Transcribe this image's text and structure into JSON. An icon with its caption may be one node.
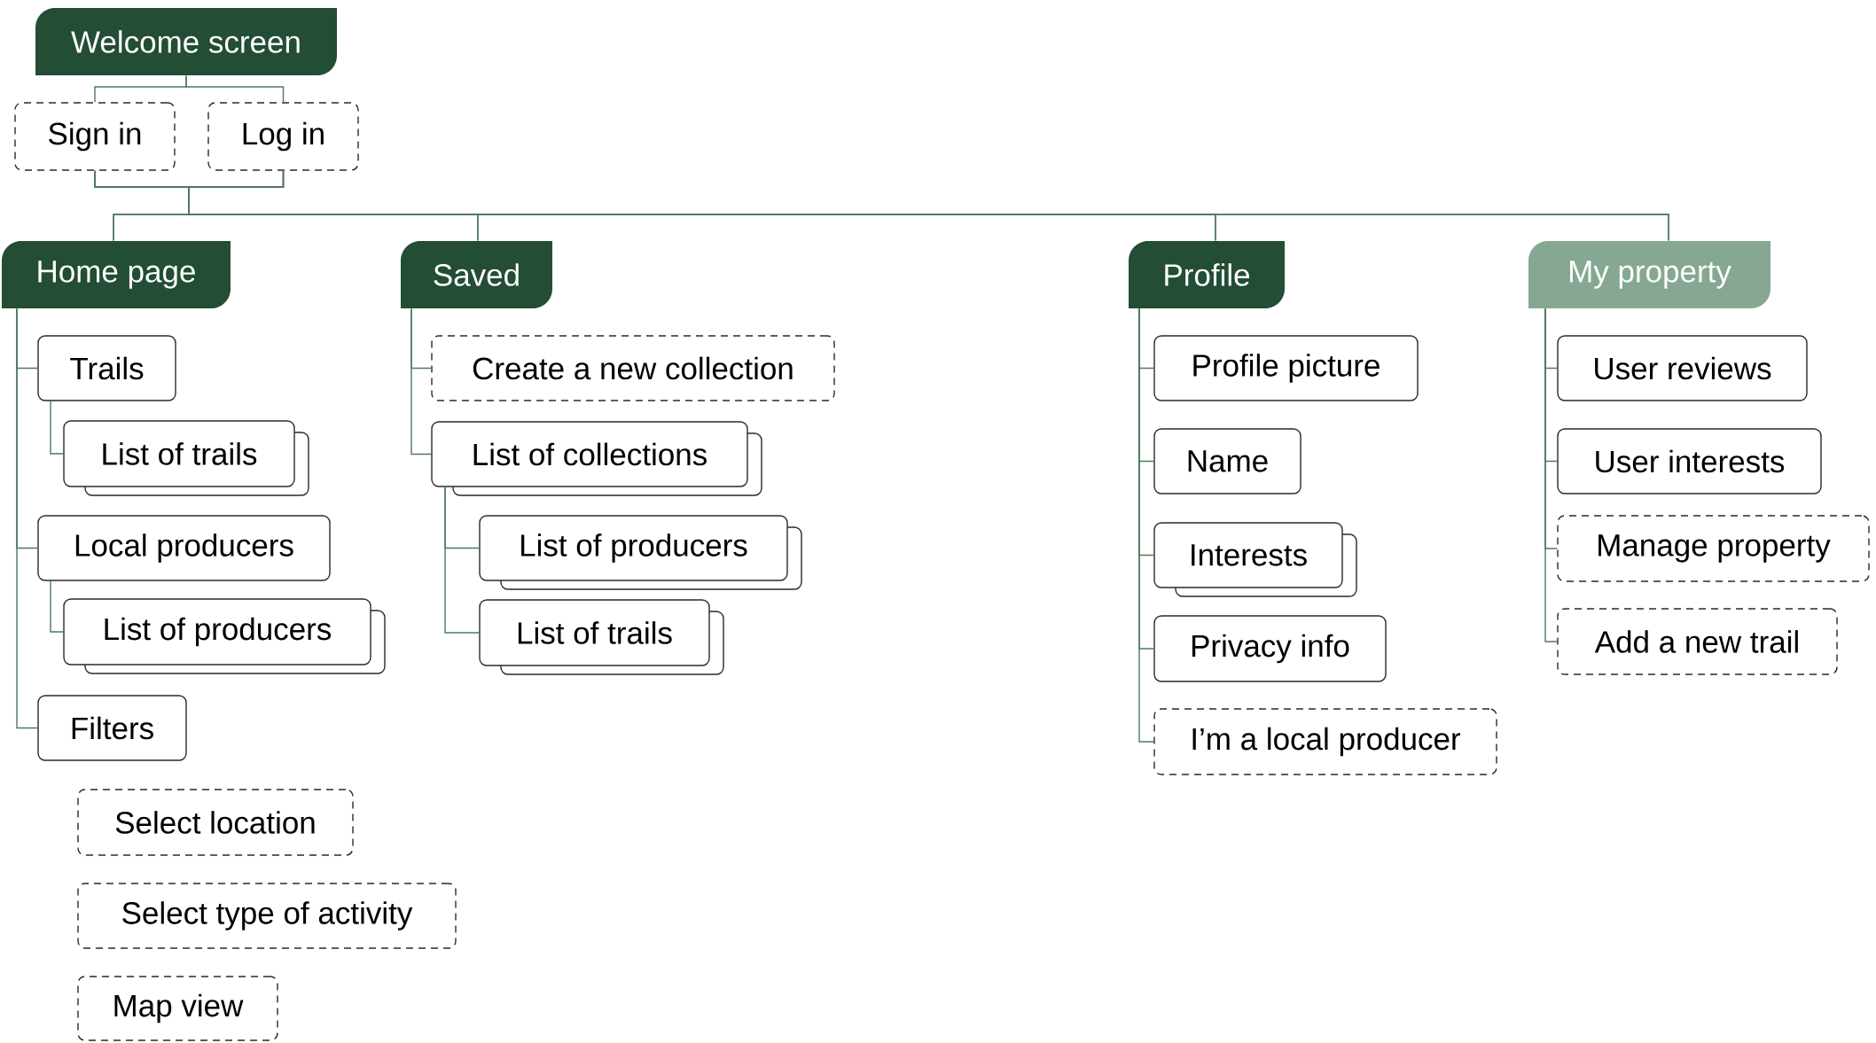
{
  "diagram": {
    "nodes": [
      {
        "text": [
          "Welcome screen"
        ]
      },
      {
        "text": [
          "Sign in"
        ]
      },
      {
        "text": [
          "Log in"
        ]
      },
      {
        "text": [
          "Home page"
        ]
      },
      {
        "text": [
          "Saved"
        ]
      },
      {
        "text": [
          "Profile"
        ]
      },
      {
        "text": [
          "My property"
        ]
      },
      {
        "text": [
          "Trails"
        ]
      },
      {
        "text": [
          "List of trails"
        ]
      },
      {
        "text": [
          "Local producers"
        ]
      },
      {
        "text": [
          "List of producers"
        ]
      },
      {
        "text": [
          "Filters"
        ]
      },
      {
        "text": [
          "Select location"
        ]
      },
      {
        "text": [
          "Select type of activity"
        ]
      },
      {
        "text": [
          "Map view"
        ]
      },
      {
        "text": [
          "Create a new collection"
        ]
      },
      {
        "text": [
          "List of collections"
        ]
      },
      {
        "text": [
          "List of producers"
        ]
      },
      {
        "text": [
          "List of trails"
        ]
      },
      {
        "text": [
          "Profile picture"
        ]
      },
      {
        "text": [
          "Name"
        ]
      },
      {
        "text": [
          "Interests"
        ]
      },
      {
        "text": [
          "Privacy info"
        ]
      },
      {
        "text": [
          "I’m a local producer"
        ]
      },
      {
        "text": [
          "User reviews"
        ]
      },
      {
        "text": [
          "User interests"
        ]
      },
      {
        "text": [
          "Manage property"
        ]
      },
      {
        "text": [
          "Add a new trail"
        ]
      }
    ],
    "edges": [
      {
        "from": 0,
        "to": 1,
        "arrow": "none"
      },
      {
        "from": 0,
        "to": 2,
        "arrow": "none"
      },
      {
        "from": 1,
        "to": 3,
        "arrow": "none"
      },
      {
        "from": 1,
        "to": 4,
        "arrow": "none"
      },
      {
        "from": 1,
        "to": 5,
        "arrow": "none"
      },
      {
        "from": 1,
        "to": 6,
        "arrow": "none"
      },
      {
        "from": 2,
        "to": 3,
        "arrow": "none"
      },
      {
        "from": 2,
        "to": 4,
        "arrow": "none"
      },
      {
        "from": 2,
        "to": 5,
        "arrow": "none"
      },
      {
        "from": 2,
        "to": 6,
        "arrow": "none"
      },
      {
        "from": 3,
        "to": 7,
        "arrow": "none"
      },
      {
        "from": 7,
        "to": 8,
        "arrow": "none"
      },
      {
        "from": 3,
        "to": 9,
        "arrow": "none"
      },
      {
        "from": 9,
        "to": 10,
        "arrow": "none"
      },
      {
        "from": 3,
        "to": 11,
        "arrow": "none"
      },
      {
        "from": 4,
        "to": 15,
        "arrow": "none"
      },
      {
        "from": 4,
        "to": 16,
        "arrow": "none"
      },
      {
        "from": 16,
        "to": 17,
        "arrow": "none"
      },
      {
        "from": 16,
        "to": 18,
        "arrow": "none"
      },
      {
        "from": 5,
        "to": 19,
        "arrow": "none"
      },
      {
        "from": 5,
        "to": 20,
        "arrow": "none"
      },
      {
        "from": 5,
        "to": 21,
        "arrow": "none"
      },
      {
        "from": 5,
        "to": 22,
        "arrow": "none"
      },
      {
        "from": 5,
        "to": 23,
        "arrow": "none"
      },
      {
        "from": 6,
        "to": 24,
        "arrow": "none"
      },
      {
        "from": 6,
        "to": 25,
        "arrow": "none"
      },
      {
        "from": 6,
        "to": 26,
        "arrow": "none"
      },
      {
        "from": 6,
        "to": 27,
        "arrow": "none"
      }
    ]
  }
}
